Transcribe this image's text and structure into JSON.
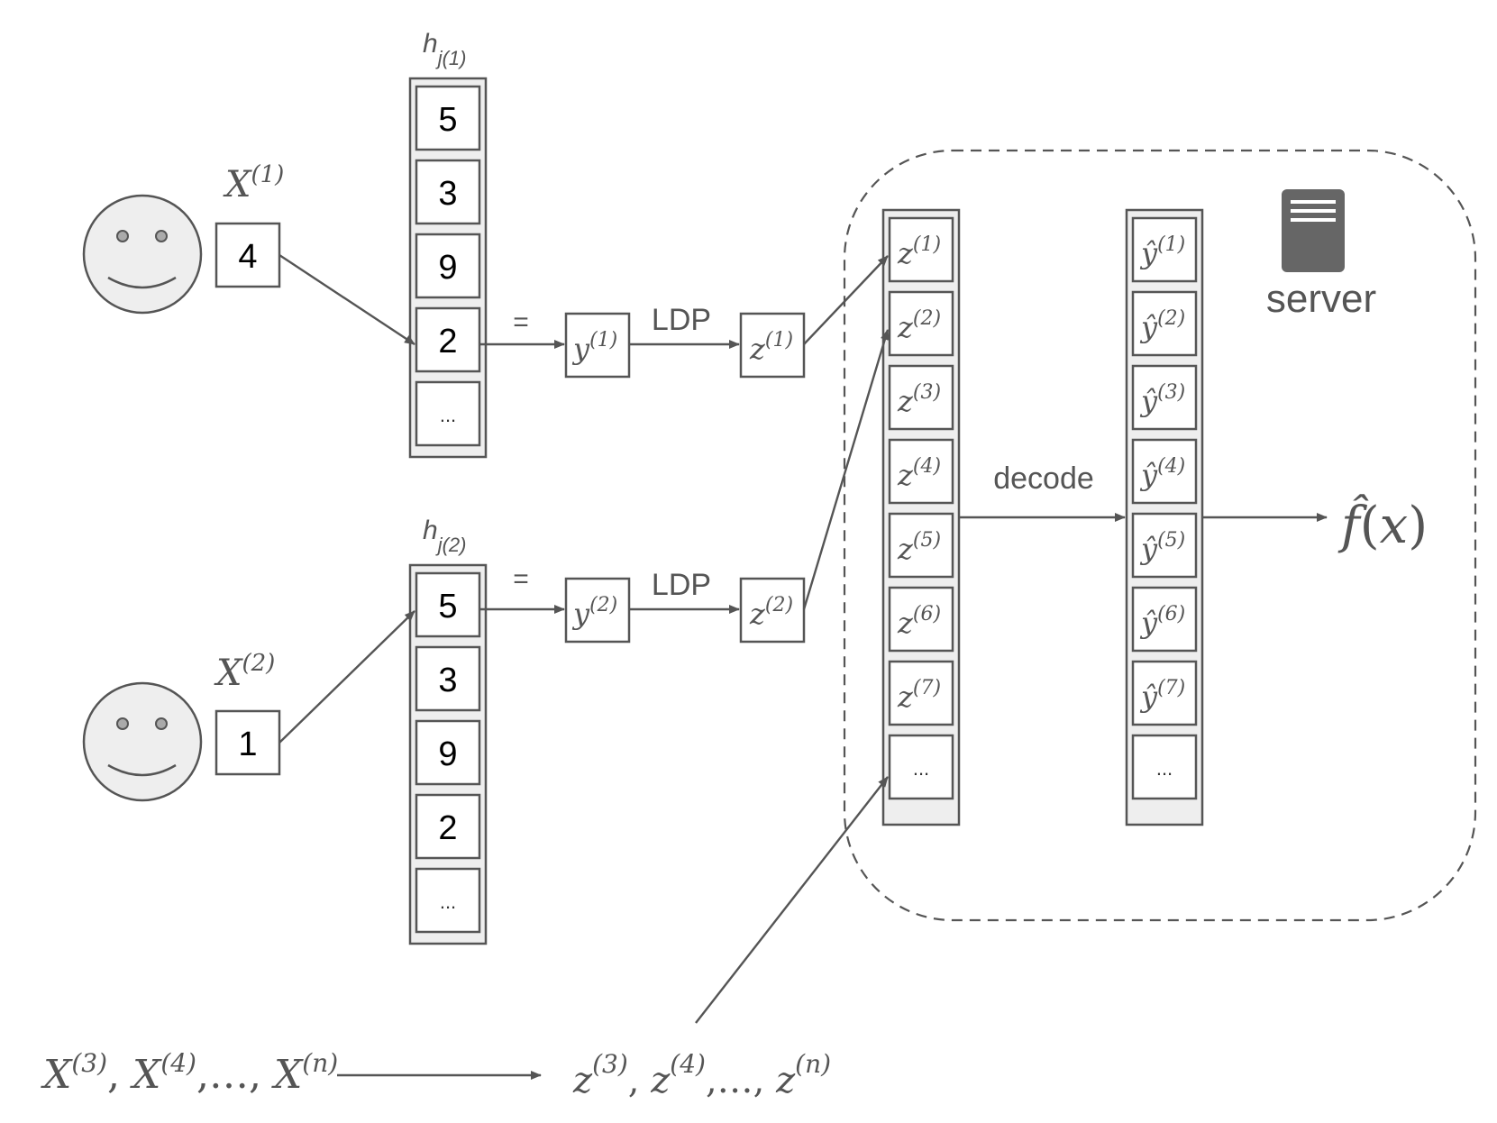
{
  "users": [
    {
      "var_base": "X",
      "var_sup": "(1)",
      "value": "4"
    },
    {
      "var_base": "X",
      "var_sup": "(2)",
      "value": "1"
    }
  ],
  "hash_columns": [
    {
      "label_base": "h",
      "label_sub": "j(1)",
      "cells": [
        "5",
        "3",
        "9",
        "2",
        "..."
      ]
    },
    {
      "label_base": "h",
      "label_sub": "j(2)",
      "cells": [
        "5",
        "3",
        "9",
        "2",
        "..."
      ]
    }
  ],
  "equals": "=",
  "ldp_label": "LDP",
  "y_boxes": [
    {
      "base": "y",
      "sup": "(1)"
    },
    {
      "base": "y",
      "sup": "(2)"
    }
  ],
  "z_boxes": [
    {
      "base": "z",
      "sup": "(1)"
    },
    {
      "base": "z",
      "sup": "(2)"
    }
  ],
  "server": {
    "label": "server",
    "icon": "server-icon",
    "decode_label": "decode",
    "z_column": {
      "base": "z",
      "sups": [
        "(1)",
        "(2)",
        "(3)",
        "(4)",
        "(5)",
        "(6)",
        "(7)"
      ],
      "ellipsis": "..."
    },
    "yhat_column": {
      "base": "ŷ",
      "sups": [
        "(1)",
        "(2)",
        "(3)",
        "(4)",
        "(5)",
        "(6)",
        "(7)"
      ],
      "ellipsis": "..."
    }
  },
  "output": {
    "f": "f̂",
    "paren_open": "(",
    "x": "x",
    "paren_close": ")"
  },
  "bottom": {
    "left": [
      {
        "base": "X",
        "sup": "(3)",
        "sep": ", "
      },
      {
        "base": "X",
        "sup": "(4)",
        "sep": ",…, "
      },
      {
        "base": "X",
        "sup": "(n)",
        "sep": ""
      }
    ],
    "right": [
      {
        "base": "z",
        "sup": "(3)",
        "sep": ", "
      },
      {
        "base": "z",
        "sup": "(4)",
        "sep": ",…, "
      },
      {
        "base": "z",
        "sup": "(n)",
        "sep": ""
      }
    ]
  },
  "colors": {
    "stroke": "#555555",
    "face_fill": "#eeeeee",
    "column_fill": "#eeeeee",
    "server_icon": "#666666"
  }
}
